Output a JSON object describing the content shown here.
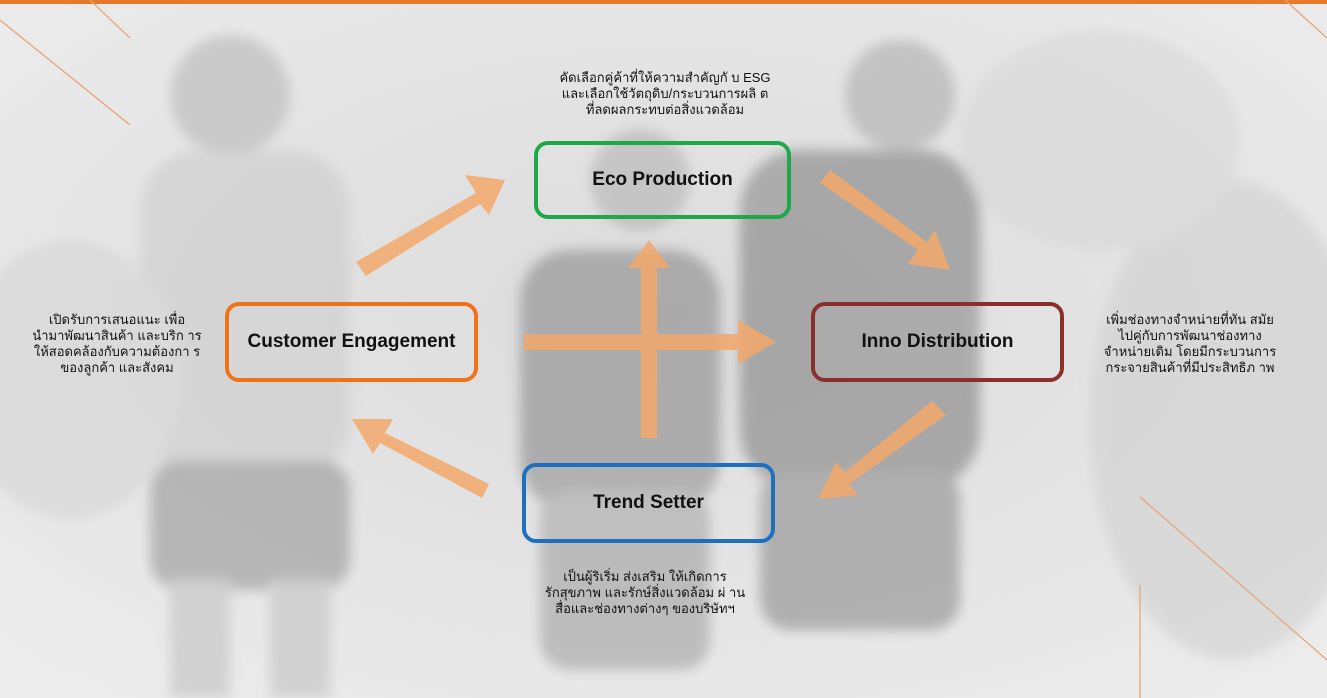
{
  "colors": {
    "accent": "#e8782a",
    "arrow": "#f2a86b",
    "eco": "#1fa84a",
    "customer": "#f07118",
    "inno": "#8a2e2e",
    "trend": "#1f6fbf"
  },
  "nodes": {
    "eco": {
      "label": "Eco Production"
    },
    "customer": {
      "label": "Customer Engagement"
    },
    "inno": {
      "label": "Inno Distribution"
    },
    "trend": {
      "label": "Trend Setter"
    }
  },
  "descriptions": {
    "eco": "คัดเลือกคู่ค้าที่ให้ความสำคัญกั  บ ESG\nและเลือกใช้วัตถุดิบ/กระบวนการผลิ ต\nที่ลดผลกระทบต่อสิ่งแวดล้อม",
    "customer": "เปิดรับการเสนอแนะ เพื่อ\nนำมาพัฒนาสินค้า และบริก  าร\nให้สอดคล้องกับความต้องกา  ร\nของลูกค้า และสังคม",
    "inno": "เพิ่มช่องทางจำหน่ายที่ทัน สมัย\nไปคู่กับการพัฒนาช่องทาง\nจำหน่ายเดิม โดยมีกระบวนการ\nกระจายสินค้าที่มีประสิทธิภ  าพ",
    "trend": "เป็นผู้ริเริ่ม ส่งเสริม ให้เกิดการ\nรักสุขภาพ และรักษ์สิ่งแวดล้อม ผ่  าน\nสื่อและช่องทางต่างๆ ของบริษัทฯ"
  }
}
